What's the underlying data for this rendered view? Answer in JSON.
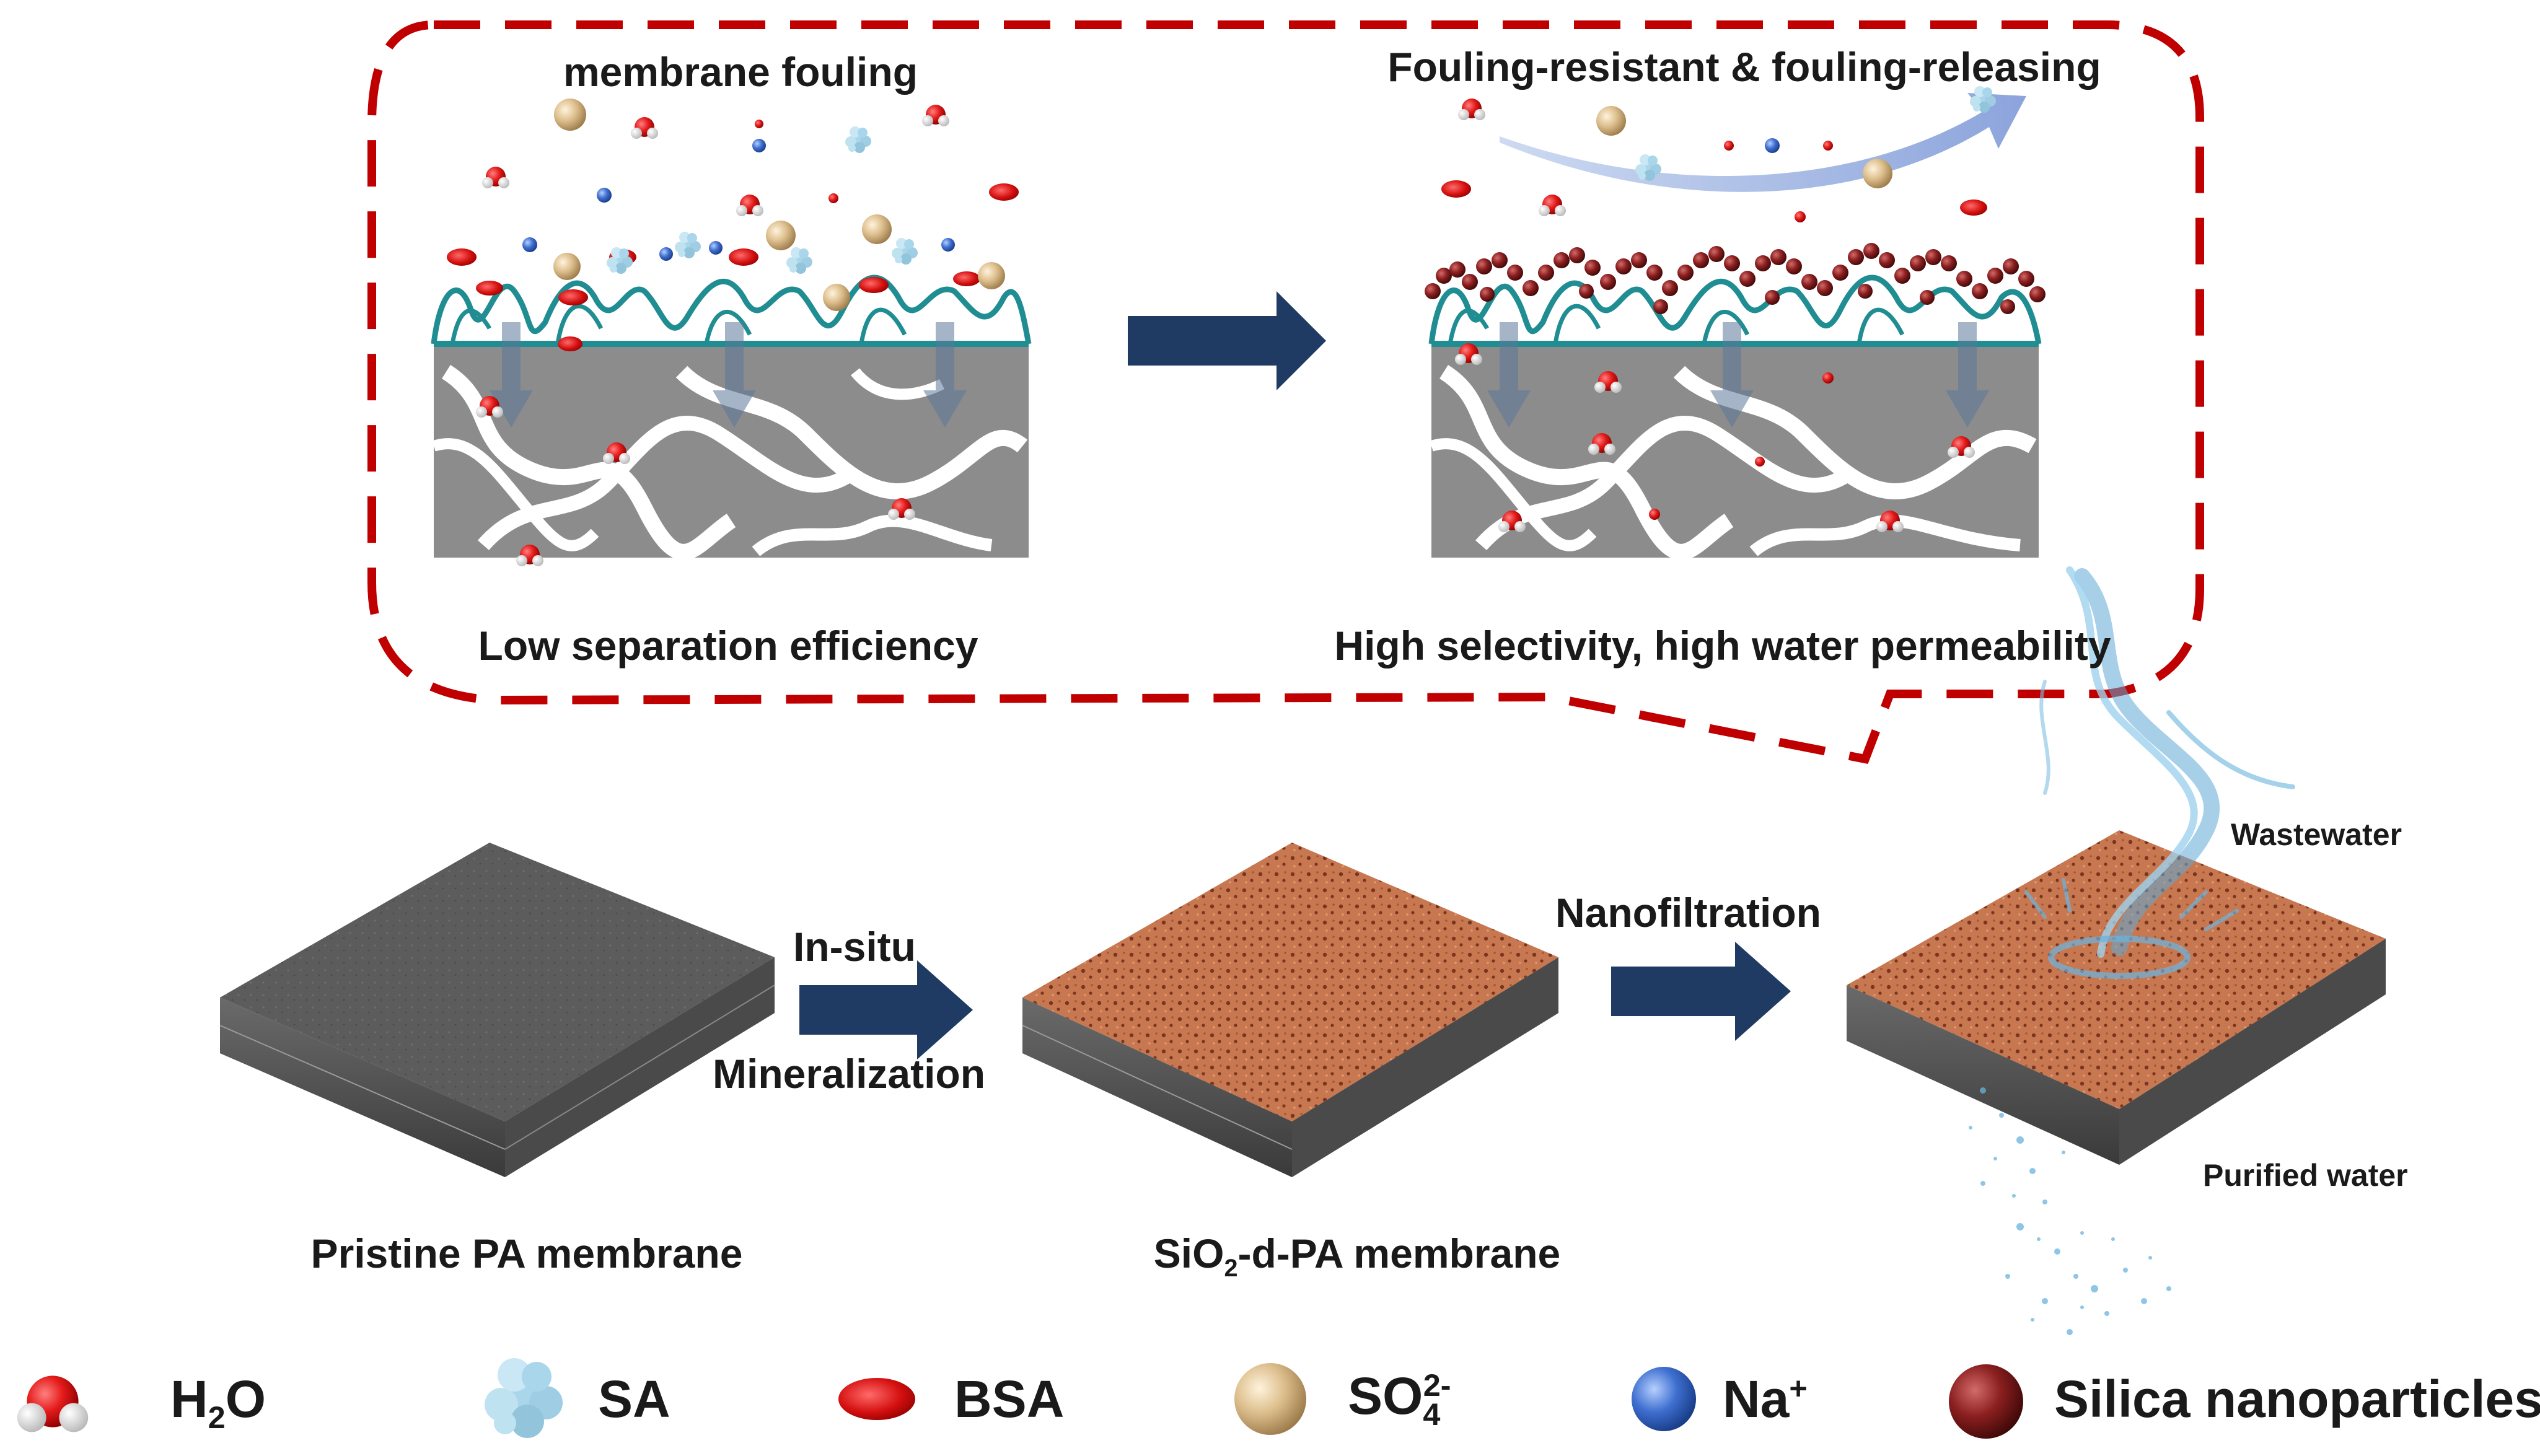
{
  "top_panel": {
    "left": {
      "title": "membrane fouling",
      "caption": "Low separation efficiency"
    },
    "right": {
      "title": "Fouling-resistant & fouling-releasing",
      "caption": "High selectivity, high water permeability"
    }
  },
  "process": {
    "step1": {
      "label": "Pristine PA membrane"
    },
    "arrow1": {
      "top": "In-situ",
      "bottom": "Mineralization"
    },
    "step2": {
      "label_pre": "SiO",
      "label_sub": "2",
      "label_post": "-d-PA membrane"
    },
    "arrow2": {
      "top": "Nanofiltration"
    },
    "step3": {
      "wastewater": "Wastewater",
      "purified": "Purified water"
    }
  },
  "legend": [
    {
      "icon": "h2o-icon",
      "pre": "H",
      "sub": "2",
      "post": "O"
    },
    {
      "icon": "sa-icon",
      "pre": "SA"
    },
    {
      "icon": "bsa-icon",
      "pre": "BSA"
    },
    {
      "icon": "so4-icon",
      "pre": "SO",
      "sub": "4",
      "sup": "2-"
    },
    {
      "icon": "na-icon",
      "pre": "Na",
      "sup": "+"
    },
    {
      "icon": "silica-icon",
      "pre": "Silica nanoparticles"
    }
  ],
  "colors": {
    "dashed_border": "#c00000",
    "arrow": "#1f3b63",
    "polyamide": "#1f8d92",
    "substrate": "#8c8c8c",
    "bsa": "#d40f0f",
    "so4": "#dcbe8c",
    "na": "#3f6fd0",
    "sa": "#a9d6ea",
    "silica": "#8b1f1f",
    "pa_membrane": "#5a5a5a",
    "sio2_membrane": "#c87850"
  }
}
